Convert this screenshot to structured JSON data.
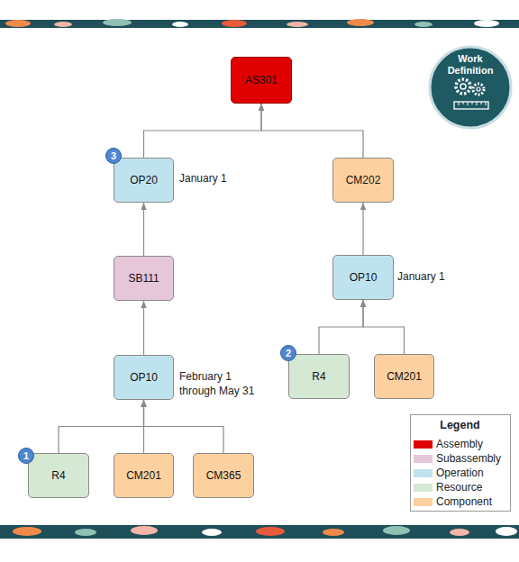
{
  "diagram": {
    "nodes": [
      {
        "text": [
          "AS301"
        ]
      },
      {
        "text": [
          "Work Definition"
        ]
      },
      {
        "text": [
          "OP20"
        ]
      },
      {
        "text": [
          "CM202"
        ]
      },
      {
        "text": [
          "SB111"
        ]
      },
      {
        "text": [
          "OP10"
        ]
      },
      {
        "text": [
          "OP10"
        ]
      },
      {
        "text": [
          "R4"
        ]
      },
      {
        "text": [
          "CM201"
        ]
      },
      {
        "text": [
          "R4"
        ]
      },
      {
        "text": [
          "CM201"
        ]
      },
      {
        "text": [
          "CM365"
        ]
      }
    ],
    "edges": [
      {
        "from": 2,
        "to": 0,
        "arrow": "to"
      },
      {
        "from": 3,
        "to": 0,
        "arrow": "to"
      },
      {
        "from": 4,
        "to": 2,
        "arrow": "to"
      },
      {
        "from": 5,
        "to": 3,
        "arrow": "to"
      },
      {
        "from": 6,
        "to": 4,
        "arrow": "to"
      },
      {
        "from": 7,
        "to": 5,
        "arrow": "to"
      },
      {
        "from": 8,
        "to": 5,
        "arrow": "to"
      },
      {
        "from": 9,
        "to": 6,
        "arrow": "to"
      },
      {
        "from": 10,
        "to": 6,
        "arrow": "to"
      },
      {
        "from": 11,
        "to": 6,
        "arrow": "to"
      }
    ],
    "labels": [
      "3",
      "January 1",
      "January 1",
      "2",
      "February 1 through May 31",
      "Legend",
      "1"
    ],
    "legend": [
      {
        "text": "Assembly",
        "color": "#e00000"
      },
      {
        "text": "Subassembly",
        "color": "#e6c6d9"
      },
      {
        "text": "Operation",
        "color": "#bfe3ee"
      },
      {
        "text": "Resource",
        "color": "#d5e8d4"
      },
      {
        "text": "Component",
        "color": "#fcd09f"
      }
    ]
  }
}
